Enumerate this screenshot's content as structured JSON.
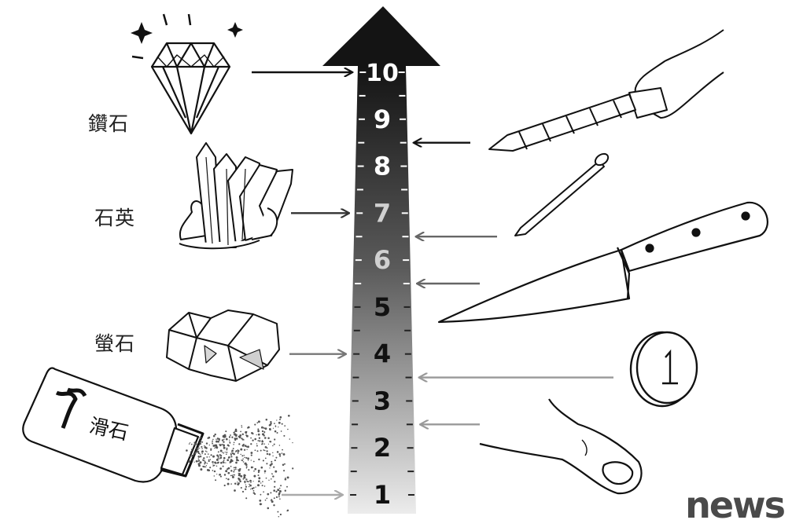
{
  "scale": {
    "levels": [
      "1",
      "2",
      "3",
      "4",
      "5",
      "6",
      "7",
      "8",
      "9",
      "10"
    ]
  },
  "minerals": [
    {
      "key": "diamond",
      "label": "鑽石",
      "level": 10,
      "icon": "diamond-icon"
    },
    {
      "key": "quartz",
      "label": "石英",
      "level": 7,
      "icon": "quartz-crystal-icon"
    },
    {
      "key": "fluorite",
      "label": "螢石",
      "level": 4,
      "icon": "fluorite-rock-icon"
    },
    {
      "key": "talc",
      "label": "滑石",
      "level": 1,
      "icon": "talc-powder-bottle-icon"
    }
  ],
  "references": [
    {
      "key": "drill-bit",
      "level": 8.5,
      "icon": "drill-bit-icon"
    },
    {
      "key": "steel-nail",
      "level": 6.5,
      "icon": "steel-nail-icon"
    },
    {
      "key": "knife-blade",
      "level": 5.5,
      "icon": "kitchen-knife-icon"
    },
    {
      "key": "coin",
      "level": 3.5,
      "icon": "coin-icon"
    },
    {
      "key": "fingernail",
      "level": 2.5,
      "icon": "fingernail-icon"
    }
  ],
  "colors": {
    "arrow_top": "#141414",
    "arrow_bottom": "#e9e9e9",
    "ink": "#111111"
  },
  "brand": {
    "text": "news"
  }
}
